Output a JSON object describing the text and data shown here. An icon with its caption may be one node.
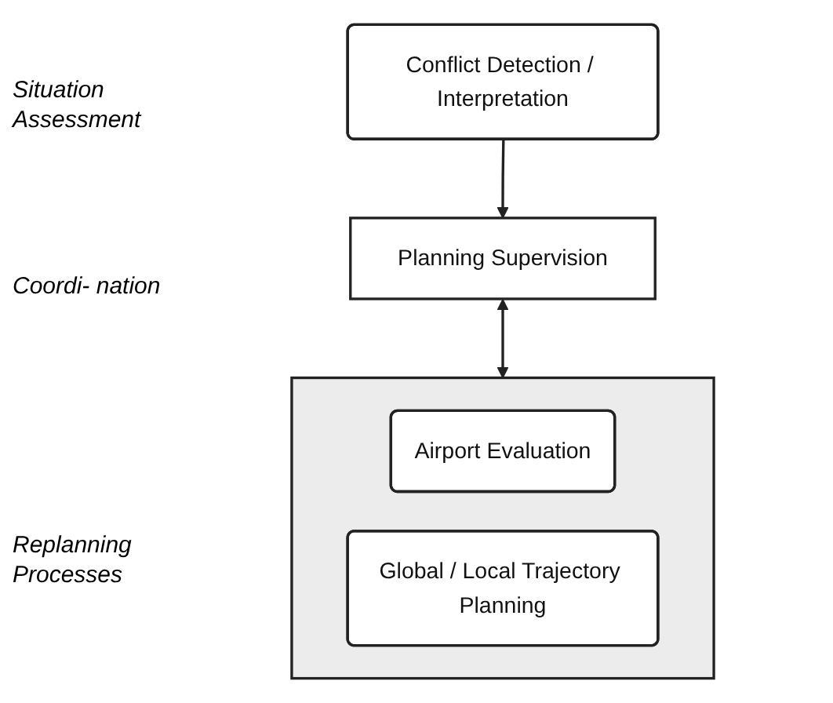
{
  "diagram": {
    "nodes": [
      {
        "text": [
          "Conflict Detection / Interpretation"
        ]
      },
      {
        "text": [
          "Planning Supervision"
        ]
      },
      {
        "text": [],
        "shape": "box"
      },
      {
        "text": [
          "Airport Evaluation"
        ],
        "in": 2
      },
      {
        "text": [
          "Global / Local Trajectory Planning"
        ],
        "in": 2
      }
    ],
    "edges": [
      {
        "from": 0,
        "to": 1,
        "arrow": "to"
      },
      {
        "from": 1,
        "to": 2,
        "arrow": "both"
      }
    ],
    "labels": [
      "Situation Assessment",
      "Coordi- nation",
      "Replanning Processes"
    ]
  }
}
